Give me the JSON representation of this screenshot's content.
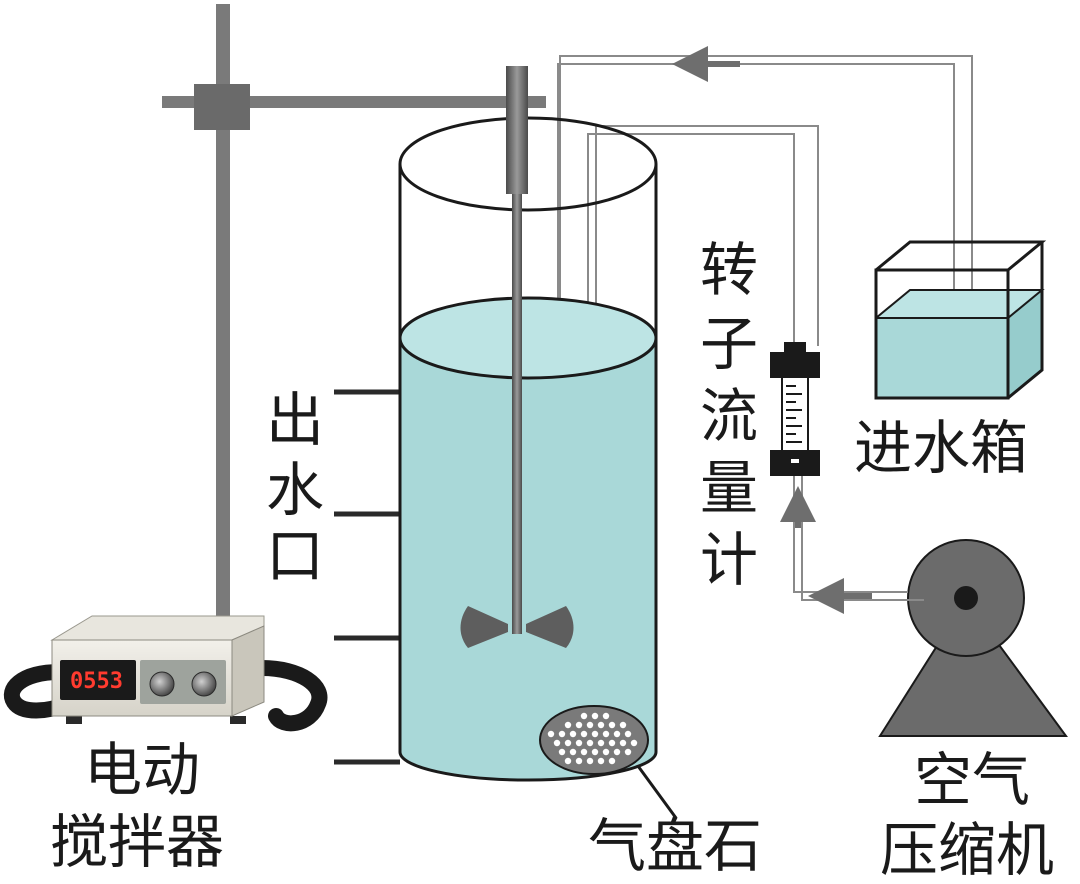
{
  "labels": {
    "outlet_chars": [
      "出",
      "水",
      "口"
    ],
    "rotameter_chars": [
      "转",
      "子",
      "流",
      "量",
      "计"
    ],
    "water_tank": "进水箱",
    "stirrer_line1": "电动",
    "stirrer_line2": "搅拌器",
    "air_stone": "气盘石",
    "compressor_line1": "空气",
    "compressor_line2": "压缩机"
  },
  "stirrer_display": "0553",
  "colors": {
    "water": "#a9d8d8",
    "water_surface": "#bde4e4",
    "outline": "#1a1a1a",
    "rod": "#6e6e6e",
    "stand": "#7a7a7a",
    "compressor": "#6b6b6b",
    "pipe": "#8a8a8a"
  }
}
